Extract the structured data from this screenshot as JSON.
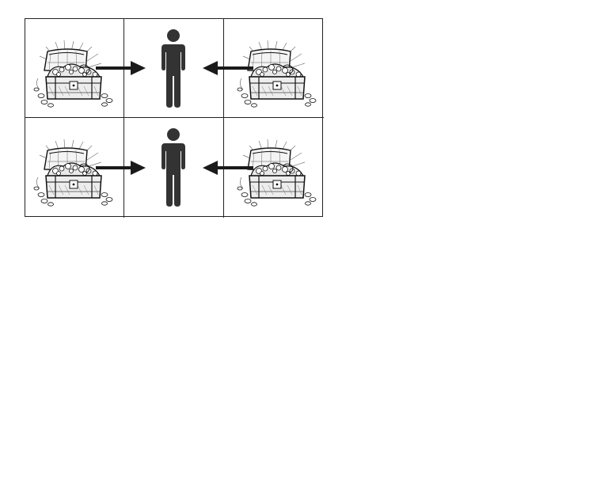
{
  "diagram": {
    "rows": [
      {
        "left": {
          "icon": "treasure-chest-icon"
        },
        "center": {
          "icon": "person-icon"
        },
        "right": {
          "icon": "treasure-chest-icon"
        },
        "arrows": [
          "left-to-center",
          "right-to-center"
        ]
      },
      {
        "left": {
          "icon": "treasure-chest-icon"
        },
        "center": {
          "icon": "person-icon"
        },
        "right": {
          "icon": "treasure-chest-icon"
        },
        "arrows": [
          "left-to-center",
          "right-to-center"
        ]
      }
    ],
    "colors": {
      "border": "#222222",
      "person": "#333333",
      "arrow": "#1a1a1a",
      "ink": "#111111"
    }
  }
}
